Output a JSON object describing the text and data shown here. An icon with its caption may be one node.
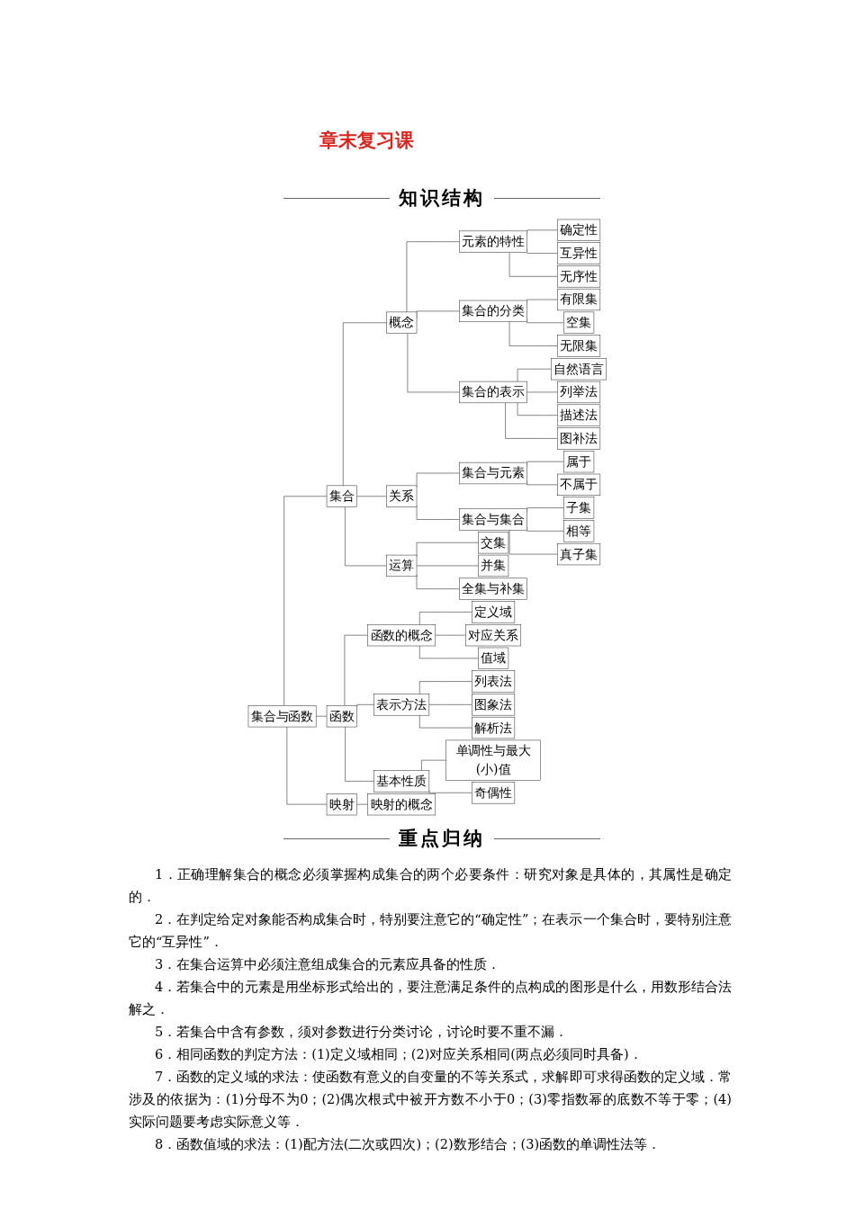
{
  "diagram": {
    "title": "章末复习课",
    "nodes": [
      {
        "text": [
          "集合与函数"
        ]
      },
      {
        "text": [
          "集合"
        ]
      },
      {
        "text": [
          "概念"
        ]
      },
      {
        "text": [
          "元素的特性"
        ]
      },
      {
        "text": [
          "确定性"
        ]
      },
      {
        "text": [
          "互异性"
        ]
      },
      {
        "text": [
          "无序性"
        ]
      },
      {
        "text": [
          "集合的分类"
        ]
      },
      {
        "text": [
          "有限集"
        ]
      },
      {
        "text": [
          "空集"
        ]
      },
      {
        "text": [
          "无限集"
        ]
      },
      {
        "text": [
          "集合的表示"
        ]
      },
      {
        "text": [
          "自然语言"
        ]
      },
      {
        "text": [
          "列举法"
        ]
      },
      {
        "text": [
          "描述法"
        ]
      },
      {
        "text": [
          "图补法"
        ]
      },
      {
        "text": [
          "关系"
        ]
      },
      {
        "text": [
          "集合与元素"
        ]
      },
      {
        "text": [
          "属于"
        ]
      },
      {
        "text": [
          "不属于"
        ]
      },
      {
        "text": [
          "集合与集合"
        ]
      },
      {
        "text": [
          "子集"
        ]
      },
      {
        "text": [
          "相等"
        ]
      },
      {
        "text": [
          "真子集"
        ]
      },
      {
        "text": [
          "运算"
        ]
      },
      {
        "text": [
          "交集"
        ]
      },
      {
        "text": [
          "并集"
        ]
      },
      {
        "text": [
          "全集与补集"
        ]
      },
      {
        "text": [
          "函数"
        ]
      },
      {
        "text": [
          "函数的概念"
        ]
      },
      {
        "text": [
          "定义域"
        ]
      },
      {
        "text": [
          "对应关系"
        ]
      },
      {
        "text": [
          "值域"
        ]
      },
      {
        "text": [
          "表示方法"
        ]
      },
      {
        "text": [
          "列表法"
        ]
      },
      {
        "text": [
          "图象法"
        ]
      },
      {
        "text": [
          "解析法"
        ]
      },
      {
        "text": [
          "基本性质"
        ]
      },
      {
        "text": [
          "单调性与最大(小)值"
        ]
      },
      {
        "text": [
          "奇偶性"
        ]
      },
      {
        "text": [
          "映射"
        ]
      },
      {
        "text": [
          "映射的概念"
        ]
      }
    ],
    "edges": [
      {
        "from": 0,
        "to": 1,
        "arrow": "none"
      },
      {
        "from": 1,
        "to": 2,
        "arrow": "none"
      },
      {
        "from": 2,
        "to": 3,
        "arrow": "none"
      },
      {
        "from": 3,
        "to": 4,
        "arrow": "none"
      },
      {
        "from": 3,
        "to": 5,
        "arrow": "none"
      },
      {
        "from": 3,
        "to": 6,
        "arrow": "none"
      },
      {
        "from": 2,
        "to": 7,
        "arrow": "none"
      },
      {
        "from": 7,
        "to": 8,
        "arrow": "none"
      },
      {
        "from": 7,
        "to": 9,
        "arrow": "none"
      },
      {
        "from": 7,
        "to": 10,
        "arrow": "none"
      },
      {
        "from": 2,
        "to": 11,
        "arrow": "none"
      },
      {
        "from": 11,
        "to": 12,
        "arrow": "none"
      },
      {
        "from": 11,
        "to": 13,
        "arrow": "none"
      },
      {
        "from": 11,
        "to": 14,
        "arrow": "none"
      },
      {
        "from": 11,
        "to": 15,
        "arrow": "none"
      },
      {
        "from": 1,
        "to": 16,
        "arrow": "none"
      },
      {
        "from": 16,
        "to": 17,
        "arrow": "none"
      },
      {
        "from": 17,
        "to": 18,
        "arrow": "none"
      },
      {
        "from": 17,
        "to": 19,
        "arrow": "none"
      },
      {
        "from": 16,
        "to": 20,
        "arrow": "none"
      },
      {
        "from": 20,
        "to": 21,
        "arrow": "none"
      },
      {
        "from": 20,
        "to": 22,
        "arrow": "none"
      },
      {
        "from": 20,
        "to": 23,
        "arrow": "none"
      },
      {
        "from": 1,
        "to": 24,
        "arrow": "none"
      },
      {
        "from": 24,
        "to": 25,
        "arrow": "none"
      },
      {
        "from": 24,
        "to": 26,
        "arrow": "none"
      },
      {
        "from": 24,
        "to": 27,
        "arrow": "none"
      },
      {
        "from": 0,
        "to": 28,
        "arrow": "none"
      },
      {
        "from": 28,
        "to": 29,
        "arrow": "none"
      },
      {
        "from": 29,
        "to": 30,
        "arrow": "none"
      },
      {
        "from": 29,
        "to": 31,
        "arrow": "none"
      },
      {
        "from": 29,
        "to": 32,
        "arrow": "none"
      },
      {
        "from": 28,
        "to": 33,
        "arrow": "none"
      },
      {
        "from": 33,
        "to": 34,
        "arrow": "none"
      },
      {
        "from": 33,
        "to": 35,
        "arrow": "none"
      },
      {
        "from": 33,
        "to": 36,
        "arrow": "none"
      },
      {
        "from": 28,
        "to": 37,
        "arrow": "none"
      },
      {
        "from": 37,
        "to": 38,
        "arrow": "none"
      },
      {
        "from": 37,
        "to": 39,
        "arrow": "none"
      },
      {
        "from": 0,
        "to": 40,
        "arrow": "none"
      },
      {
        "from": 40,
        "to": 41,
        "arrow": "none"
      }
    ],
    "labels": [
      "知识结构",
      "重点归纳",
      "1．正确理解集合的概念必须掌握构成集合的两个必要条件：研究对象是具体的，其属性是确定的．",
      "2．在判定给定对象能否构成集合时，特别要注意它的“确定性”；在表示一个集合时，要特别注意它的“互异性”．",
      "3．在集合运算中必须注意组成集合的元素应具备的性质．",
      "4．若集合中的元素是用坐标形式给出的，要注意满足条件的点构成的图形是什么，用数形结合法解之．",
      "5．若集合中含有参数，须对参数进行分类讨论，讨论时要不重不漏．",
      "6．相同函数的判定方法：(1)定义域相同；(2)对应关系相同(两点必须同时具备)．",
      "7．函数的定义域的求法：使函数有意义的自变量的不等关系式，求解即可求得函数的定义域．常涉及的依据为：(1)分母不为0；(2)偶次根式中被开方数不小于0；(3)零指数幂的底数不等于零；(4)实际问题要考虑实际意义等．",
      "8．函数值域的求法：(1)配方法(二次或四次)；(2)数形结合；(3)函数的单调性法等．"
    ]
  }
}
